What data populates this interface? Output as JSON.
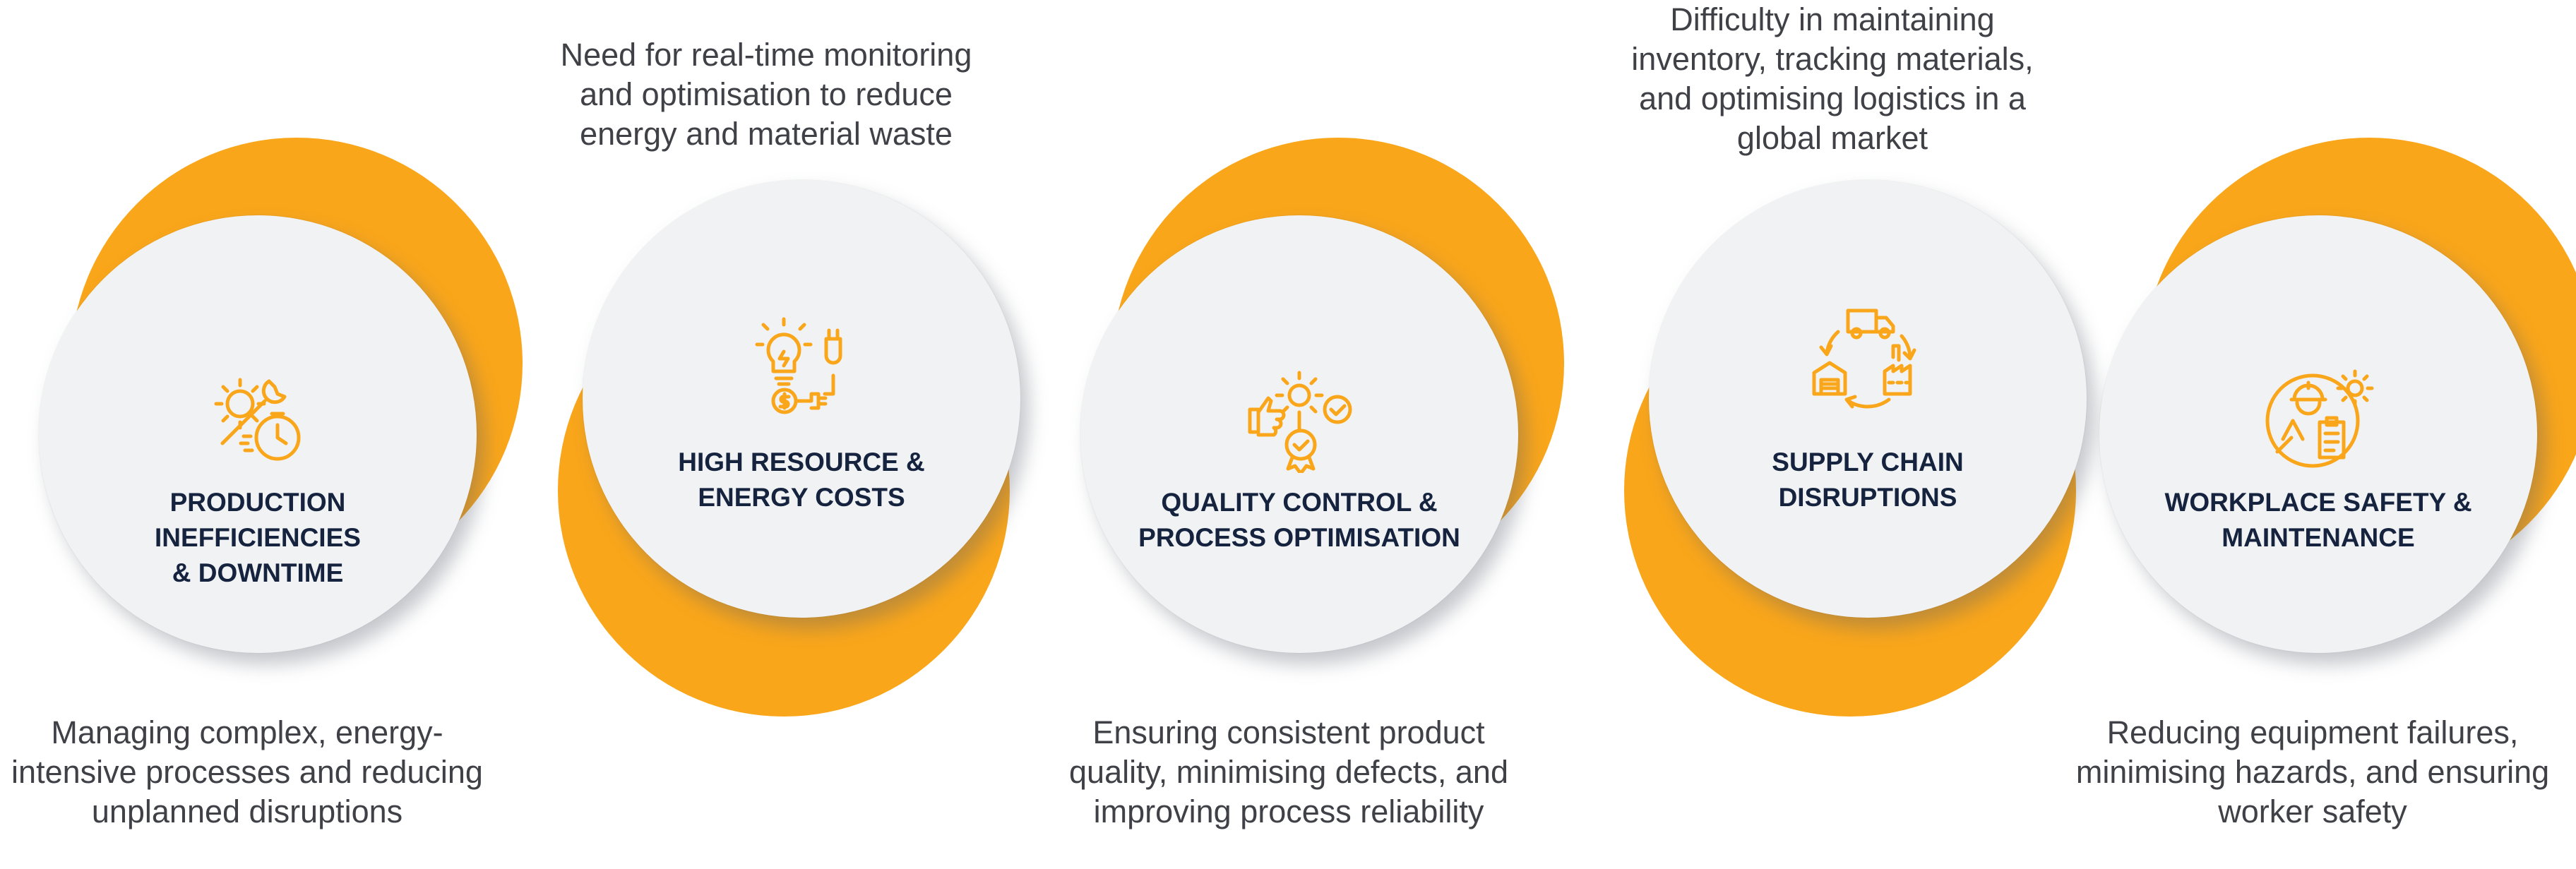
{
  "items": [
    {
      "title_line1": "PRODUCTION INEFFICIENCIES",
      "title_line2": "& DOWNTIME",
      "desc_lines": [
        "Managing complex, energy-",
        "intensive processes and reducing",
        "unplanned disruptions"
      ],
      "icon": "wrench-gear-stopwatch-icon"
    },
    {
      "title_line1": "HIGH RESOURCE &",
      "title_line2": "ENERGY COSTS",
      "desc_lines": [
        "Need for real-time monitoring",
        "and optimisation to reduce",
        "energy and material waste"
      ],
      "icon": "bulb-plug-dollar-icon"
    },
    {
      "title_line1": "QUALITY CONTROL &",
      "title_line2": "PROCESS OPTIMISATION",
      "desc_lines": [
        "Ensuring consistent product",
        "quality, minimising defects, and",
        "improving process reliability"
      ],
      "icon": "thumbsup-gear-badge-icon"
    },
    {
      "title_line1": "SUPPLY CHAIN",
      "title_line2": "DISRUPTIONS",
      "desc_lines": [
        "Difficulty in maintaining",
        "inventory, tracking materials,",
        "and optimising logistics in a",
        "global market"
      ],
      "icon": "truck-warehouse-factory-cycle-icon"
    },
    {
      "title_line1": "WORKPLACE SAFETY &",
      "title_line2": "MAINTENANCE",
      "desc_lines": [
        "Reducing equipment failures,",
        "minimising hazards, and ensuring",
        "worker safety"
      ],
      "icon": "worker-clipboard-gear-icon"
    }
  ],
  "colors": {
    "accent": "#F9A61B",
    "disc": "#f1f2f4",
    "title": "#15233f",
    "text": "#3f4147"
  }
}
